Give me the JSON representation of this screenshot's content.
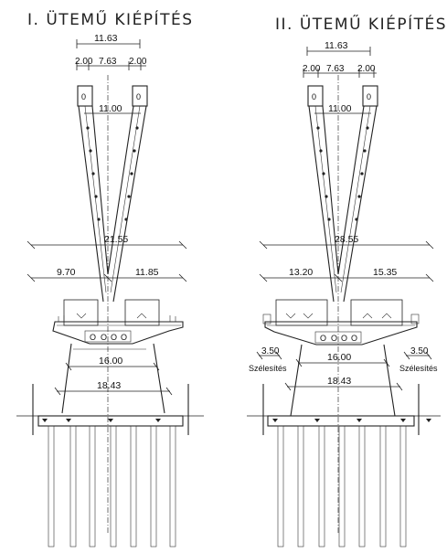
{
  "left": {
    "title": "I. ÜTEMŰ KIÉPÍTÉS",
    "dim_total_top": "11.63",
    "dim_a": "2.00",
    "dim_b": "7.63",
    "dim_c": "2.00",
    "dim_inner": "11.00",
    "dim_span": "21.55",
    "dim_left": "9.70",
    "dim_right": "11.85",
    "dim_pile_cap": "16.00",
    "dim_foundation": "18.43"
  },
  "right": {
    "title": "II. ÜTEMŰ KIÉPÍTÉS",
    "dim_total_top": "11.63",
    "dim_a": "2.00",
    "dim_b": "7.63",
    "dim_c": "2.00",
    "dim_inner": "11.00",
    "dim_span": "28.55",
    "dim_left": "13.20",
    "dim_right": "15.35",
    "dim_widen_left": "3.50",
    "dim_widen_right": "3.50",
    "widen_label_left": "Szélesítés",
    "widen_label_right": "Szélesítés",
    "dim_pile_cap": "16.00",
    "dim_foundation": "18.43"
  }
}
